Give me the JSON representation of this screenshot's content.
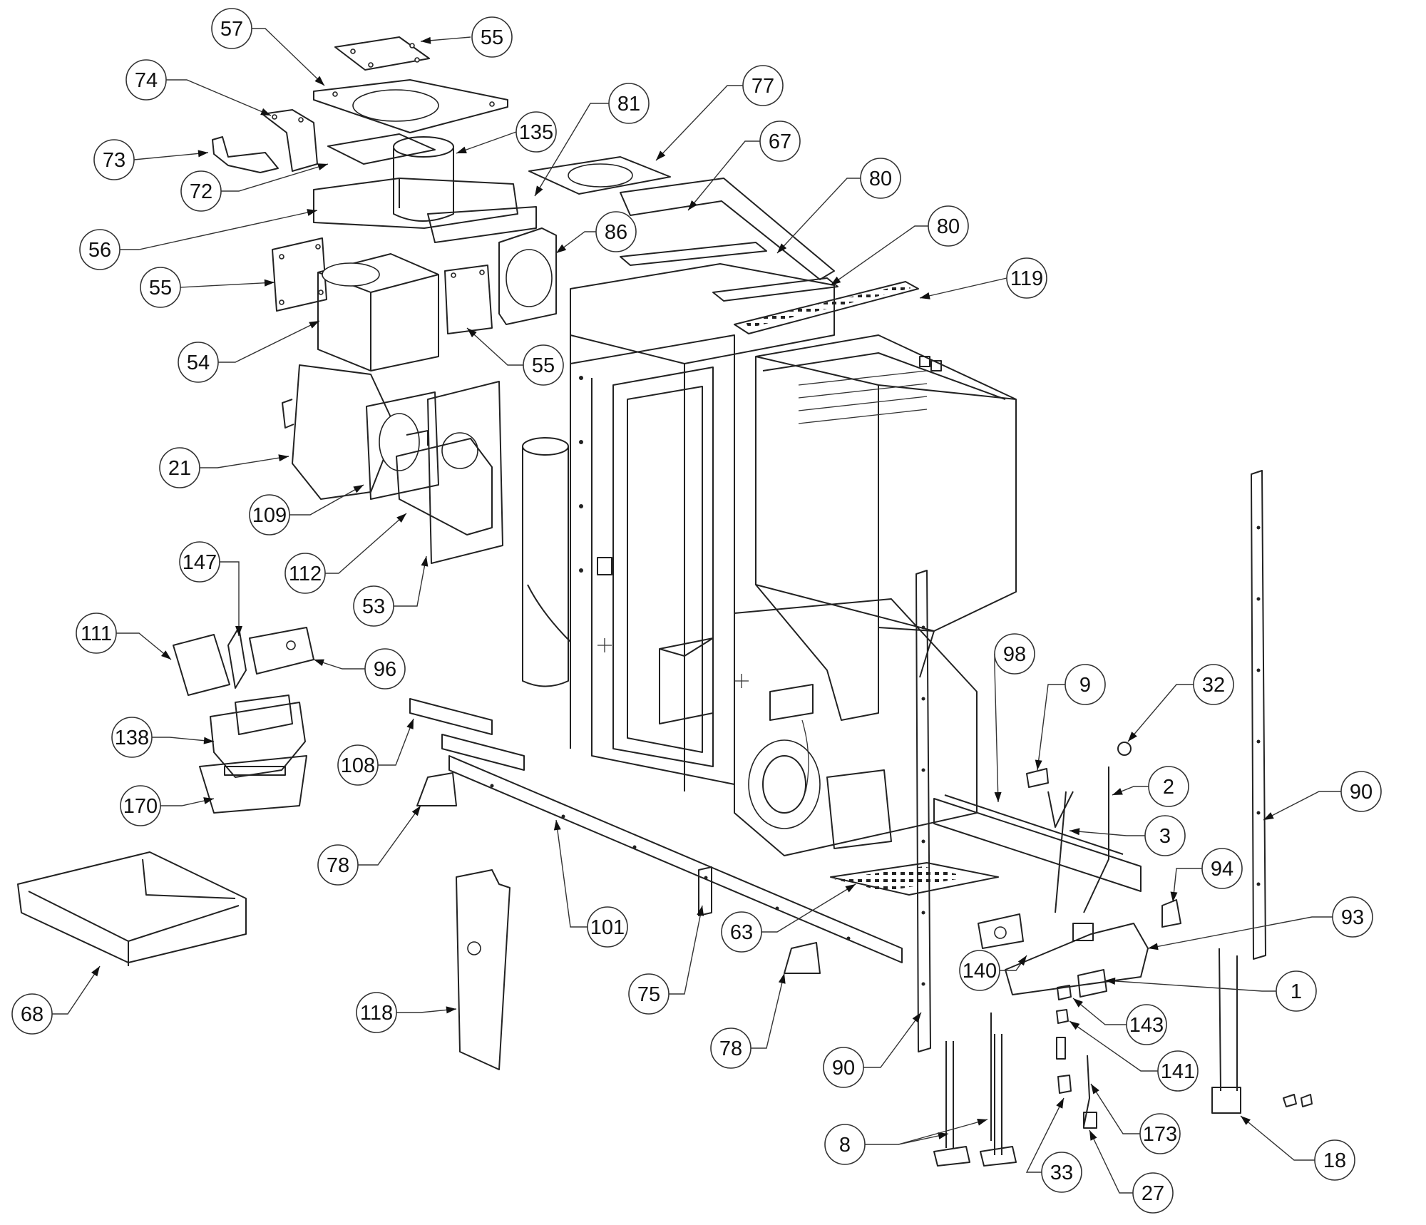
{
  "callouts": [
    {
      "id": "c57",
      "label": "57"
    },
    {
      "id": "c55a",
      "label": "55"
    },
    {
      "id": "c74",
      "label": "74"
    },
    {
      "id": "c135",
      "label": "135"
    },
    {
      "id": "c81",
      "label": "81"
    },
    {
      "id": "c77",
      "label": "77"
    },
    {
      "id": "c73",
      "label": "73"
    },
    {
      "id": "c67",
      "label": "67"
    },
    {
      "id": "c72",
      "label": "72"
    },
    {
      "id": "c80a",
      "label": "80"
    },
    {
      "id": "c86",
      "label": "86"
    },
    {
      "id": "c56",
      "label": "56"
    },
    {
      "id": "c80b",
      "label": "80"
    },
    {
      "id": "c119",
      "label": "119"
    },
    {
      "id": "c55b",
      "label": "55"
    },
    {
      "id": "c54",
      "label": "54"
    },
    {
      "id": "c55c",
      "label": "55"
    },
    {
      "id": "c21",
      "label": "21"
    },
    {
      "id": "c109",
      "label": "109"
    },
    {
      "id": "c147",
      "label": "147"
    },
    {
      "id": "c112",
      "label": "112"
    },
    {
      "id": "c53",
      "label": "53"
    },
    {
      "id": "c111",
      "label": "111"
    },
    {
      "id": "c96",
      "label": "96"
    },
    {
      "id": "c98",
      "label": "98"
    },
    {
      "id": "c9",
      "label": "9"
    },
    {
      "id": "c32",
      "label": "32"
    },
    {
      "id": "c138",
      "label": "138"
    },
    {
      "id": "c108",
      "label": "108"
    },
    {
      "id": "c2",
      "label": "2"
    },
    {
      "id": "c90a",
      "label": "90"
    },
    {
      "id": "c170",
      "label": "170"
    },
    {
      "id": "c3",
      "label": "3"
    },
    {
      "id": "c78a",
      "label": "78"
    },
    {
      "id": "c94",
      "label": "94"
    },
    {
      "id": "c93",
      "label": "93"
    },
    {
      "id": "c101",
      "label": "101"
    },
    {
      "id": "c63",
      "label": "63"
    },
    {
      "id": "c140",
      "label": "140"
    },
    {
      "id": "c1",
      "label": "1"
    },
    {
      "id": "c68",
      "label": "68"
    },
    {
      "id": "c75",
      "label": "75"
    },
    {
      "id": "c118",
      "label": "118"
    },
    {
      "id": "c143",
      "label": "143"
    },
    {
      "id": "c78b",
      "label": "78"
    },
    {
      "id": "c90b",
      "label": "90"
    },
    {
      "id": "c141",
      "label": "141"
    },
    {
      "id": "c173",
      "label": "173"
    },
    {
      "id": "c8",
      "label": "8"
    },
    {
      "id": "c18",
      "label": "18"
    },
    {
      "id": "c33",
      "label": "33"
    },
    {
      "id": "c27",
      "label": "27"
    }
  ]
}
